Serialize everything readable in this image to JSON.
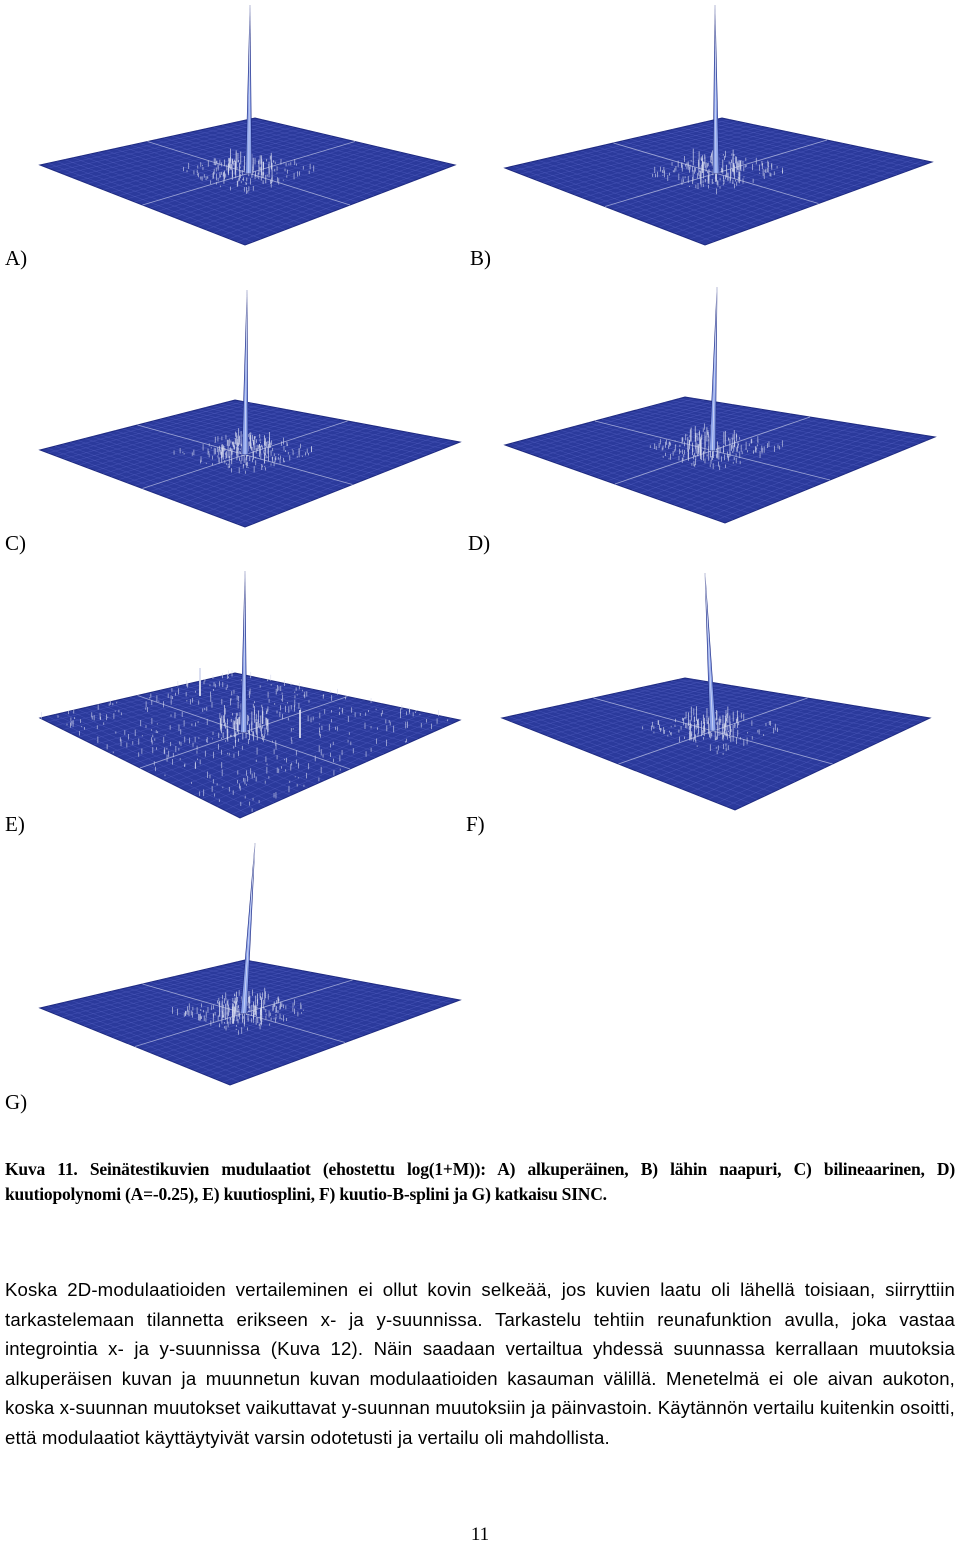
{
  "panels": [
    {
      "id": "A",
      "label": "A)"
    },
    {
      "id": "B",
      "label": "B)"
    },
    {
      "id": "C",
      "label": "C)"
    },
    {
      "id": "D",
      "label": "D)"
    },
    {
      "id": "E",
      "label": "E)"
    },
    {
      "id": "F",
      "label": "F)"
    },
    {
      "id": "G",
      "label": "G)"
    }
  ],
  "colors": {
    "surface": "#2b3a9c",
    "surface_dark": "#1e2a80",
    "mesh": "#5a66c8",
    "spike": "#8aa0e8",
    "speckle": "#d8dcf0"
  },
  "caption": {
    "text": "Kuva 11. Seinätestikuvien mudulaatiot (ehostettu log(1+M)): A) alkuperäinen, B) lähin naapuri, C) bilineaarinen, D) kuutiopolynomi (A=-0.25), E) kuutiosplini, F) kuutio-B-splini ja G) katkaisu SINC."
  },
  "body": {
    "paragraph": "Koska 2D-modulaatioiden vertaileminen ei ollut kovin selkeää, jos kuvien laatu oli lähellä toisiaan, siirryttiin tarkastelemaan tilannetta erikseen x- ja y-suunnissa. Tarkastelu tehtiin reunafunktion avulla, joka vastaa integrointia x- ja y-suunnissa (Kuva 12). Näin saadaan vertailtua yhdessä suunnassa kerrallaan muutoksia alkuperäisen kuvan ja muunnetun kuvan modulaatioiden kasauman välillä. Menetelmä ei ole aivan aukoton, koska x-suunnan muutokset vaikuttavat y-suunnan muutoksiin ja päinvastoin. Käytännön vertailu kuitenkin osoitti, että modulaatiot käyttäytyivät varsin odotetusti ja vertailu oli mahdollista."
  },
  "page_number": "11"
}
